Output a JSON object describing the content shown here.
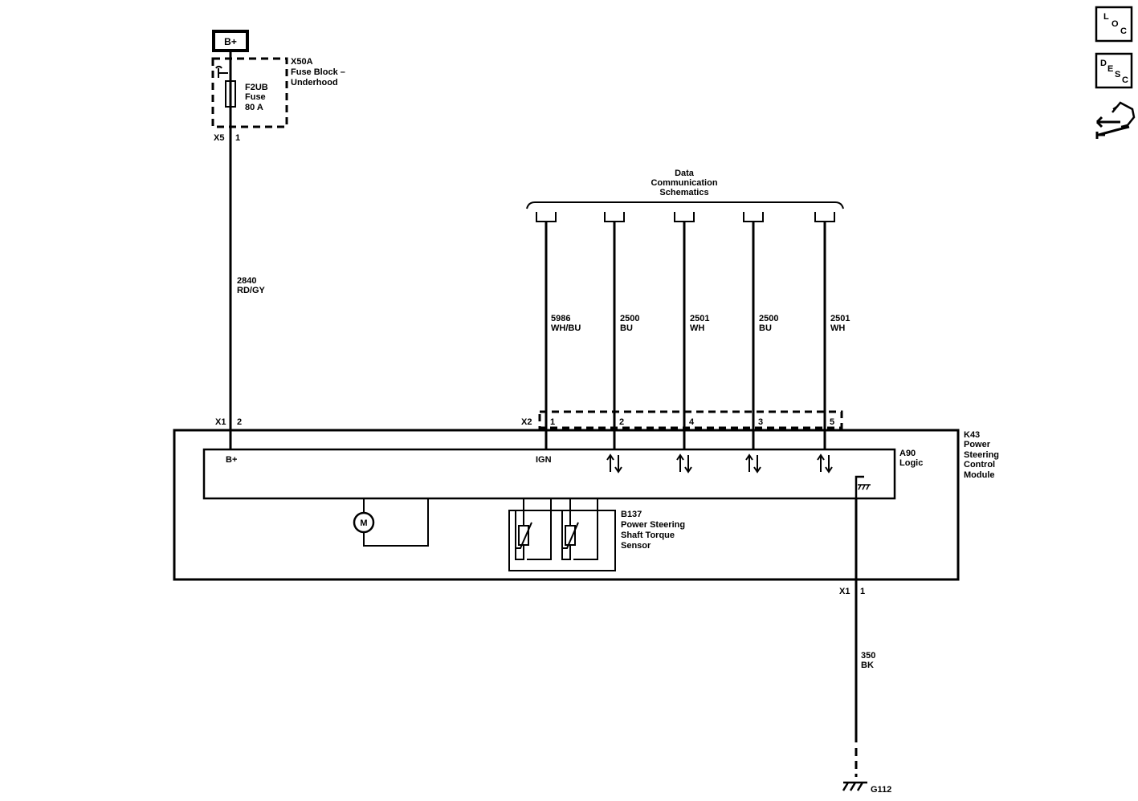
{
  "source": {
    "label": "B+"
  },
  "fuse_block": {
    "name": "X50A",
    "desc_line1": "Fuse Block –",
    "desc_line2": "Underhood"
  },
  "fuse": {
    "name": "F2UB",
    "type": "Fuse",
    "rating": "80 A"
  },
  "fuse_connector": {
    "conn": "X5",
    "pin": "1"
  },
  "wire_power": {
    "circuit": "2840",
    "color": "RD/GY"
  },
  "conn_x1_top": {
    "conn": "X1",
    "pin": "2"
  },
  "dcs": {
    "line1": "Data",
    "line2": "Communication",
    "line3": "Schematics"
  },
  "conn_x2": {
    "conn": "X2"
  },
  "data_wires": [
    {
      "circuit": "5986",
      "color": "WH/BU",
      "pin": "1"
    },
    {
      "circuit": "2500",
      "color": "BU",
      "pin": "2"
    },
    {
      "circuit": "2501",
      "color": "WH",
      "pin": "4"
    },
    {
      "circuit": "2500",
      "color": "BU",
      "pin": "3"
    },
    {
      "circuit": "2501",
      "color": "WH",
      "pin": "5"
    }
  ],
  "module": {
    "name": "K43",
    "line1": "Power",
    "line2": "Steering",
    "line3": "Control",
    "line4": "Module"
  },
  "logic": {
    "name": "A90",
    "label": "Logic",
    "bplus": "B+",
    "ign": "IGN"
  },
  "motor": {
    "label": "M"
  },
  "sensor": {
    "name": "B137",
    "line1": "Power Steering",
    "line2": "Shaft Torque",
    "line3": "Sensor"
  },
  "conn_x1_bottom": {
    "conn": "X1",
    "pin": "1"
  },
  "wire_ground": {
    "circuit": "350",
    "color": "BK"
  },
  "ground": {
    "label": "G112"
  },
  "side_icons": {
    "loc_l": "L",
    "loc_o": "O",
    "loc_c": "C",
    "desc_d": "D",
    "desc_e": "E",
    "desc_s": "S",
    "desc_c": "C"
  }
}
